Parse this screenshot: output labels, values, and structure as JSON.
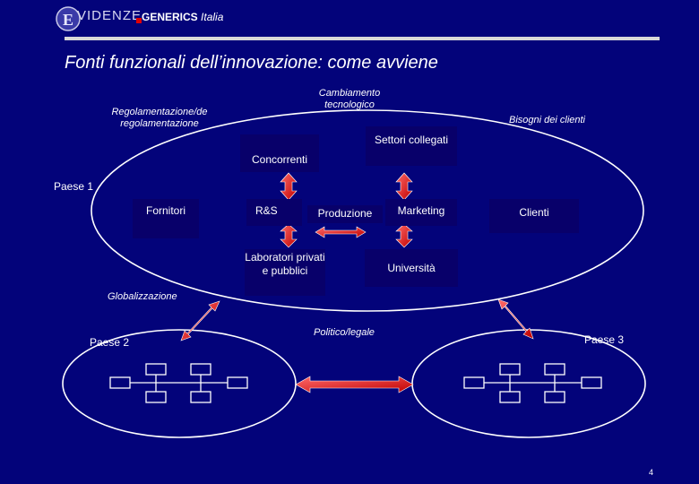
{
  "header": {
    "logo_text": "VIDENZE",
    "brand_name": "GENERICS",
    "brand_suffix": "Italia"
  },
  "slide": {
    "title": "Fonti funzionali dell’innovazione: come avviene",
    "page_number": "4"
  },
  "diagram": {
    "forces": {
      "regulation": "Regolamentazione/de regolamentazione",
      "tech_change": "Cambiamento tecnologico",
      "customer_needs": "Bisogni dei clienti",
      "globalization": "Globalizzazione",
      "political": "Politico/legale"
    },
    "countries": {
      "country1": "Paese 1",
      "country2": "Paese 2",
      "country3": "Paese 3"
    },
    "nodes": {
      "competitors": "Concorrenti",
      "related_sectors": "Settori collegati",
      "suppliers": "Fornitori",
      "rnd": "R&S",
      "production": "Produzione",
      "marketing": "Marketing",
      "customers": "Clienti",
      "labs": "Laboratori privati e pubblici",
      "university": "Università"
    },
    "colors": {
      "background": "#03037a",
      "box_fill": "#08006a",
      "arrow_red": "#e02020",
      "line_white": "#ffffff"
    }
  }
}
